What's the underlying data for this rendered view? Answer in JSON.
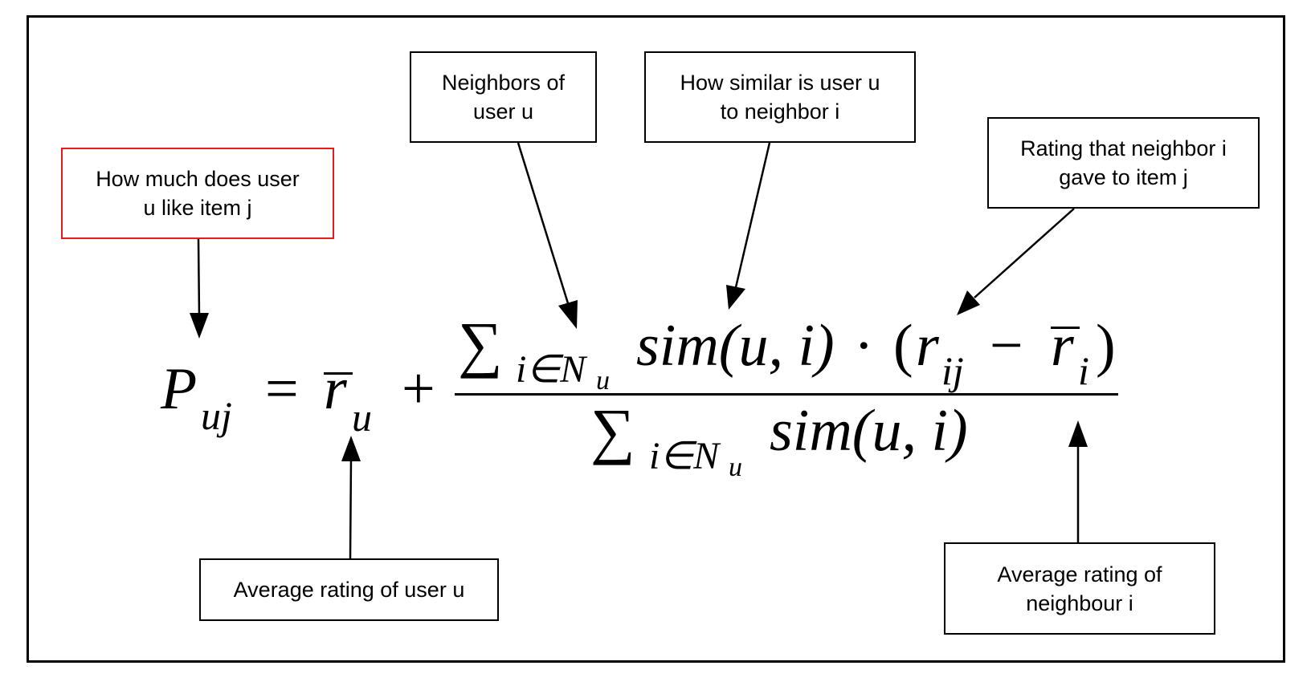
{
  "annotations": {
    "predicted_rating": "How much does user\nu like item j",
    "neighbors": "Neighbors of\nuser u",
    "similarity": "How similar is user u\nto neighbor i",
    "neighbor_rating": "Rating that neighbor i\ngave to item j",
    "user_average": "Average rating of user u",
    "neighbor_average": "Average rating of\nneighbour i"
  },
  "colors": {
    "highlight_border": "#e41a1c",
    "ink": "#000000"
  },
  "formula": {
    "lhs": {
      "symbol": "P",
      "subscript": "uj"
    },
    "equals": "=",
    "user_mean": {
      "symbol": "r",
      "subscript": "u"
    },
    "plus": "+",
    "numerator": {
      "sum": "∑",
      "sum_subscript": "i∈N",
      "sum_subsubscript": "u",
      "sim": "sim(u, i)",
      "dot": "·",
      "open_paren": "(",
      "r_ij": "r",
      "r_ij_subscript": "ij",
      "minus": "−",
      "r_i": "r",
      "r_i_subscript": "i",
      "close_paren": ")"
    },
    "denominator": {
      "sum": "∑",
      "sum_subscript": "i∈N",
      "sum_subsubscript": "u",
      "sim": "sim(u, i)"
    }
  }
}
